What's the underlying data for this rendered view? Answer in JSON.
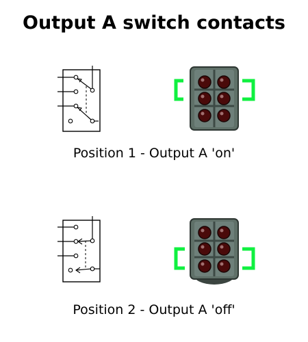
{
  "title": "Output A switch contacts",
  "positions": [
    {
      "label": "Position 1 - Output A 'on'",
      "state": "on"
    },
    {
      "label": "Position 2 - Output A 'off'",
      "state": "off"
    }
  ],
  "colors": {
    "indicator_green": "#10f040",
    "switch_body": "#5f7068",
    "pin_dark": "#4a0a0a"
  }
}
